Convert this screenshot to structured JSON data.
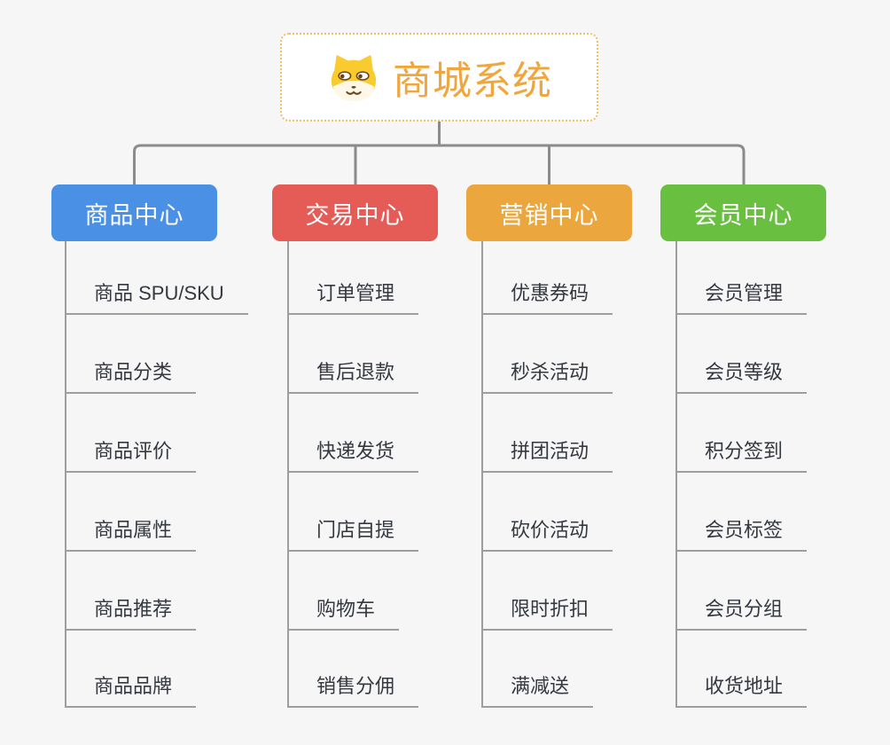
{
  "canvas": {
    "background": "#F6F6F7",
    "connector_color": "#8B8B8B",
    "leaf_line_color": "#9E9E9E"
  },
  "root": {
    "title": "商城系统",
    "icon": "dog-face-icon",
    "text_color": "#F0A63C",
    "border_color": "#F2BE62"
  },
  "branches": [
    {
      "label": "商品中心",
      "color": "#4A90E4",
      "children": [
        "商品 SPU/SKU",
        "商品分类",
        "商品评价",
        "商品属性",
        "商品推荐",
        "商品品牌"
      ]
    },
    {
      "label": "交易中心",
      "color": "#E55B56",
      "children": [
        "订单管理",
        "售后退款",
        "快递发货",
        "门店自提",
        "购物车",
        "销售分佣"
      ]
    },
    {
      "label": "营销中心",
      "color": "#EBA73D",
      "children": [
        "优惠券码",
        "秒杀活动",
        "拼团活动",
        "砍价活动",
        "限时折扣",
        "满减送"
      ]
    },
    {
      "label": "会员中心",
      "color": "#68BF40",
      "children": [
        "会员管理",
        "会员等级",
        "积分签到",
        "会员标签",
        "会员分组",
        "收货地址"
      ]
    }
  ]
}
